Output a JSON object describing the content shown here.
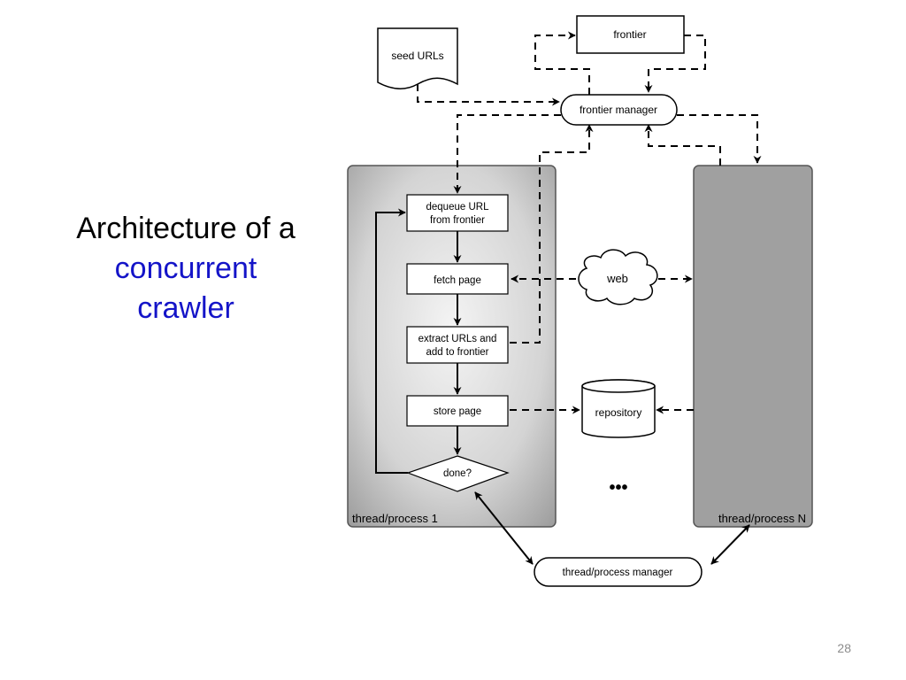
{
  "slide": {
    "title_line1": "Architecture of a",
    "title_line2": "concurrent",
    "title_line3": "crawler",
    "page_number": "28",
    "accent_color": "#1414c8"
  },
  "diagram": {
    "seed_urls": "seed URLs",
    "frontier": "frontier",
    "frontier_manager": "frontier manager",
    "dequeue_line1": "dequeue URL",
    "dequeue_line2": "from frontier",
    "fetch_page": "fetch page",
    "extract_line1": "extract URLs and",
    "extract_line2": "add to frontier",
    "store_page": "store page",
    "done": "done?",
    "web": "web",
    "repository": "repository",
    "ellipsis": "•••",
    "thread_1": "thread/process 1",
    "thread_n": "thread/process N",
    "thread_manager": "thread/process manager"
  }
}
